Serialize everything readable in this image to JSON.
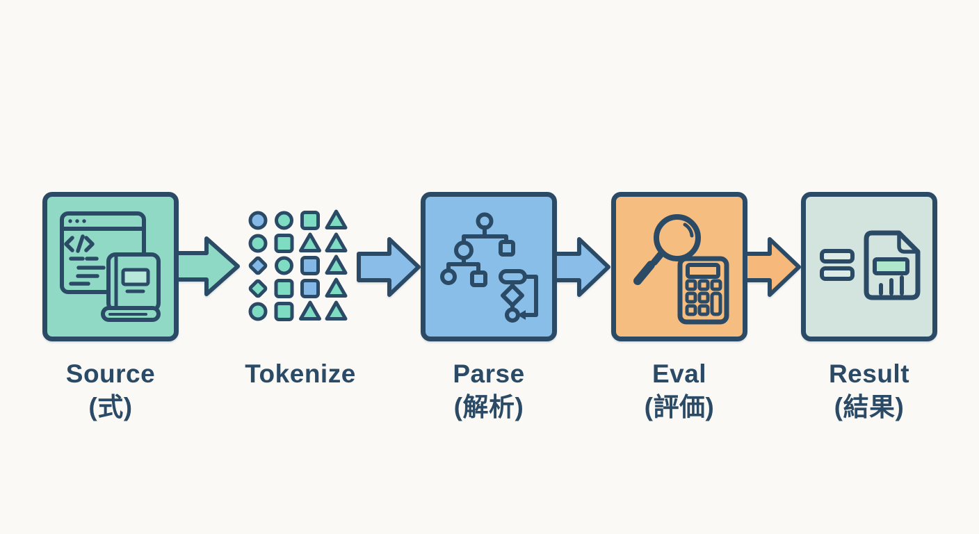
{
  "background": "#faf9f6",
  "ink": "#2b4a66",
  "stages": [
    {
      "id": "source",
      "label": "Source",
      "sublabel": "(式)",
      "fill": "#90d9c5",
      "icon": "code-window-book-icon"
    },
    {
      "id": "tokenize",
      "label": "Tokenize",
      "sublabel": "",
      "fill": "",
      "icon": "token-shapes-grid"
    },
    {
      "id": "parse",
      "label": "Parse",
      "sublabel": "(解析)",
      "fill": "#89bee9",
      "icon": "syntax-tree-flowchart-icon"
    },
    {
      "id": "eval",
      "label": "Eval",
      "sublabel": "(評価)",
      "fill": "#f6bd81",
      "icon": "magnifier-calculator-icon"
    },
    {
      "id": "result",
      "label": "Result",
      "sublabel": "(結果)",
      "fill": "#d3e4de",
      "icon": "equals-document-icon"
    }
  ],
  "arrows": [
    {
      "from": "source",
      "to": "tokenize",
      "color": "#8ed9c5"
    },
    {
      "from": "tokenize",
      "to": "parse",
      "color": "#8abde8"
    },
    {
      "from": "parse",
      "to": "eval",
      "color": "#8abde8"
    },
    {
      "from": "eval",
      "to": "result",
      "color": "#f6b97b"
    }
  ],
  "token_grid": {
    "rows": 5,
    "columns": 4,
    "cells": [
      [
        "circle:blue",
        "circle:teal",
        "square:teal",
        "triangle:teal"
      ],
      [
        "circle:teal",
        "square:teal",
        "triangle:teal",
        "triangle:teal"
      ],
      [
        "diamond:blue",
        "circle:teal",
        "square:blue",
        "triangle:teal"
      ],
      [
        "diamond:teal",
        "square:teal",
        "square:blue",
        "triangle:teal"
      ],
      [
        "circle:teal",
        "square:teal",
        "triangle:teal",
        "triangle:teal"
      ]
    ],
    "palette": {
      "blue": "#84b8e6",
      "teal": "#7edcc2"
    }
  },
  "accents": {
    "light_teal": "#b7e8d9",
    "mint_green": "#aee7cc",
    "equals_fill": "#dcebe5"
  }
}
